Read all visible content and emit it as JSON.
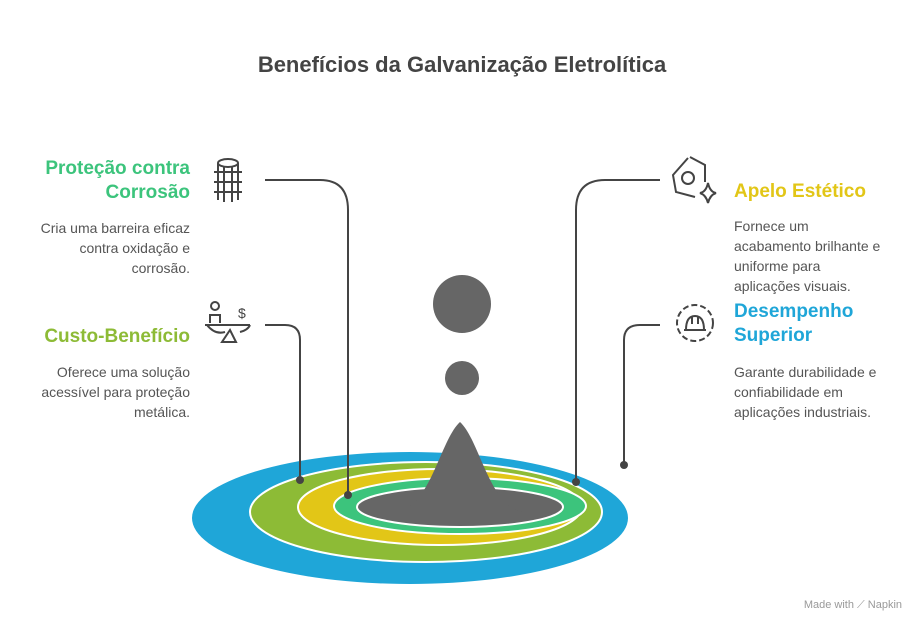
{
  "title": "Benefícios da Galvanização Eletrolítica",
  "items": [
    {
      "heading": "Proteção contra Corrosão",
      "heading_lines": [
        "Proteção contra",
        "Corrosão"
      ],
      "description_lines": [
        "Cria uma barreira eficaz",
        "contra oxidação e",
        "corrosão."
      ],
      "color": "#3cc47c",
      "icon": "rebar-column-icon"
    },
    {
      "heading": "Custo-Benefício",
      "description_lines": [
        "Oferece uma solução",
        "acessível para proteção",
        "metálica."
      ],
      "color": "#8dbb36",
      "icon": "scale-person-dollar-icon"
    },
    {
      "heading": "Apelo Estético",
      "description_lines": [
        "Fornece um",
        "acabamento brilhante e",
        "uniforme para",
        "aplicações visuais."
      ],
      "color": "#e2c617",
      "icon": "hex-nut-sparkle-icon"
    },
    {
      "heading": "Desempenho Superior",
      "heading_lines": [
        "Desempenho",
        "Superior"
      ],
      "description_lines": [
        "Garante durabilidade e",
        "confiabilidade em",
        "aplicações industriais."
      ],
      "color": "#1fa6d8",
      "icon": "gear-hardhat-icon"
    }
  ],
  "watermark": "Made with ⟋ Napkin"
}
